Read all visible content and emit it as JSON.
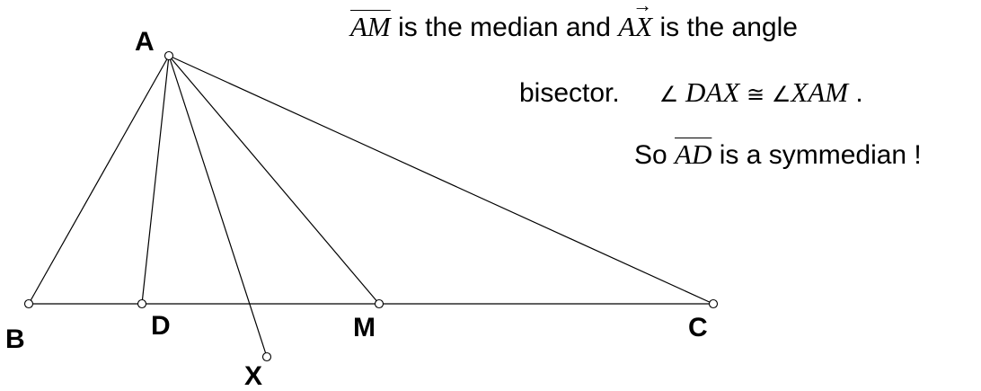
{
  "points": {
    "A": "A",
    "B": "B",
    "D": "D",
    "M": "M",
    "C": "C",
    "X": "X"
  },
  "text": {
    "median_seg": "AM",
    "line1_mid": " is the median and ",
    "bisector_ray": "AX",
    "line1_end": " is the angle",
    "line2_start": "bisector.",
    "angle_symbol": "∠",
    "angle1": " DAX ",
    "congruent": "≅",
    "angle2": "XAM",
    "line2_end": " .",
    "line3_start": "So ",
    "symmedian_seg": "AD",
    "line3_end": " is a symmedian !"
  }
}
